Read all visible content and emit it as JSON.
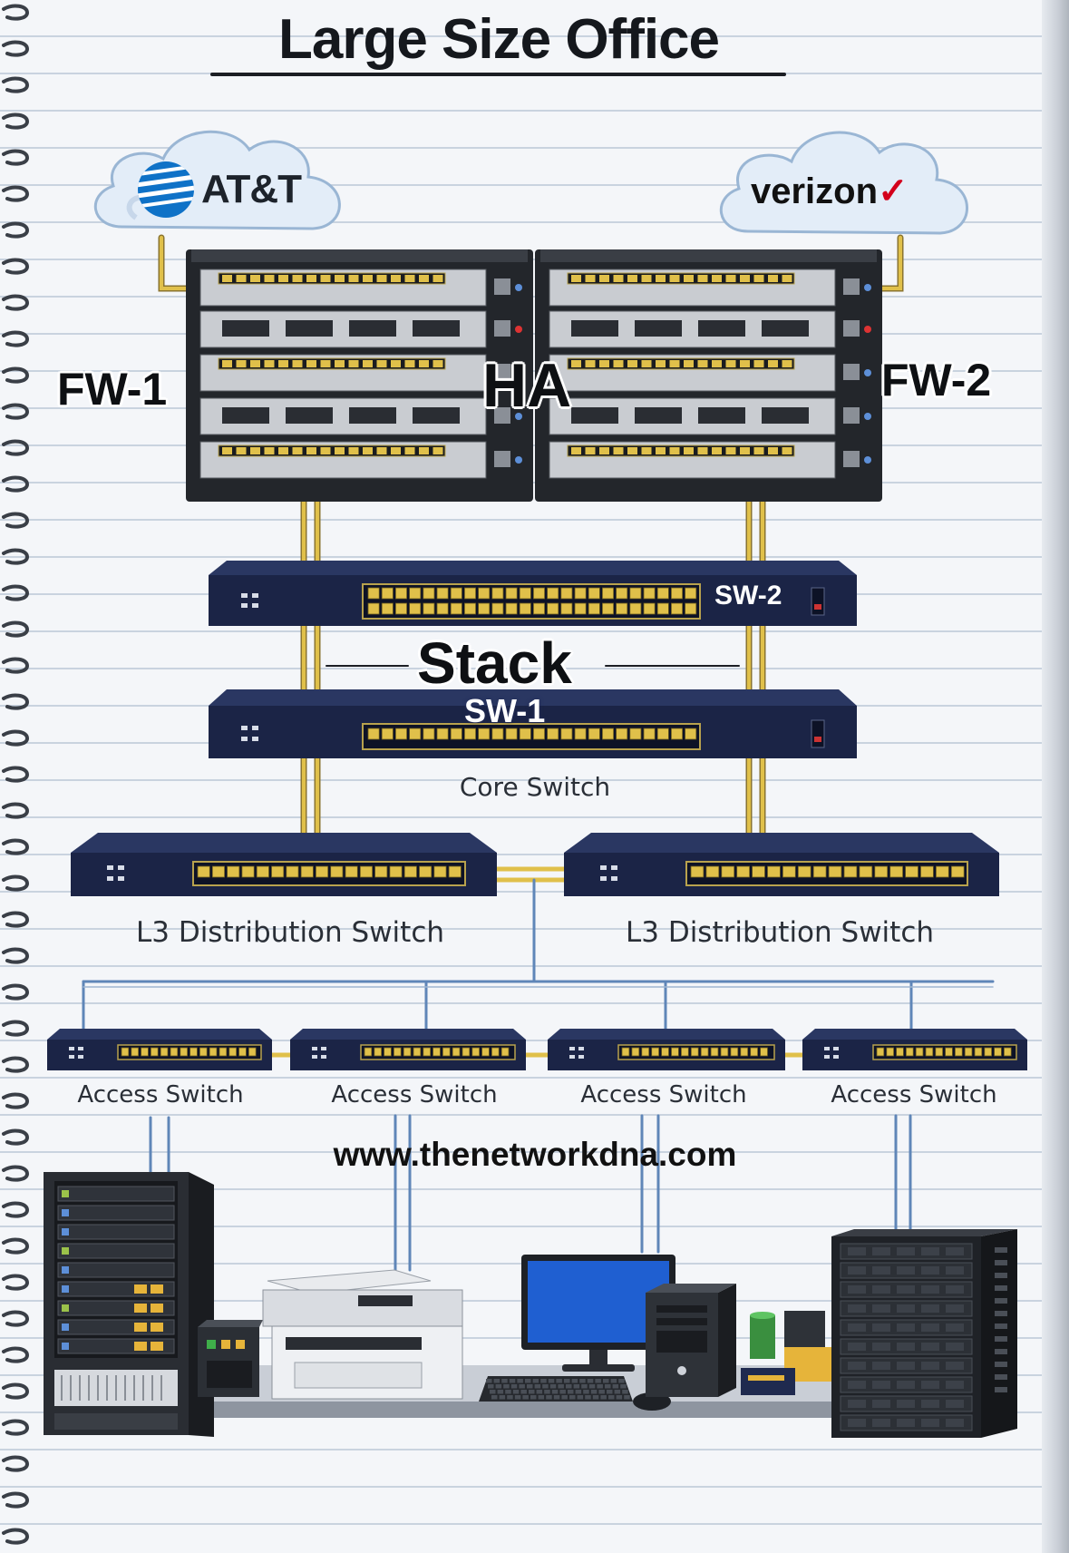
{
  "title": "Large Size Office",
  "isps": [
    {
      "label": "AT&T",
      "icon": "att-globe-icon"
    },
    {
      "label": "verizon",
      "icon": "verizon-check-icon"
    }
  ],
  "firewalls": {
    "fw1_label": "FW-1",
    "fw2_label": "FW-2",
    "ha_label": "HA"
  },
  "core": {
    "stack_label": "Stack",
    "sw1_label": "SW-1",
    "sw2_label": "SW-2",
    "caption": "Core Switch"
  },
  "distribution": {
    "captions": [
      "L3 Distribution Switch",
      "L3 Distribution Switch"
    ]
  },
  "access": {
    "captions": [
      "Access Switch",
      "Access Switch",
      "Access Switch",
      "Access Switch"
    ]
  },
  "website": "www.thenetworkdna.com",
  "colors": {
    "switch_body": "#1f2a4f",
    "cable_yellow": "#e0c04a",
    "cable_blue": "#5f86b8",
    "rack_dark": "#23262b"
  }
}
